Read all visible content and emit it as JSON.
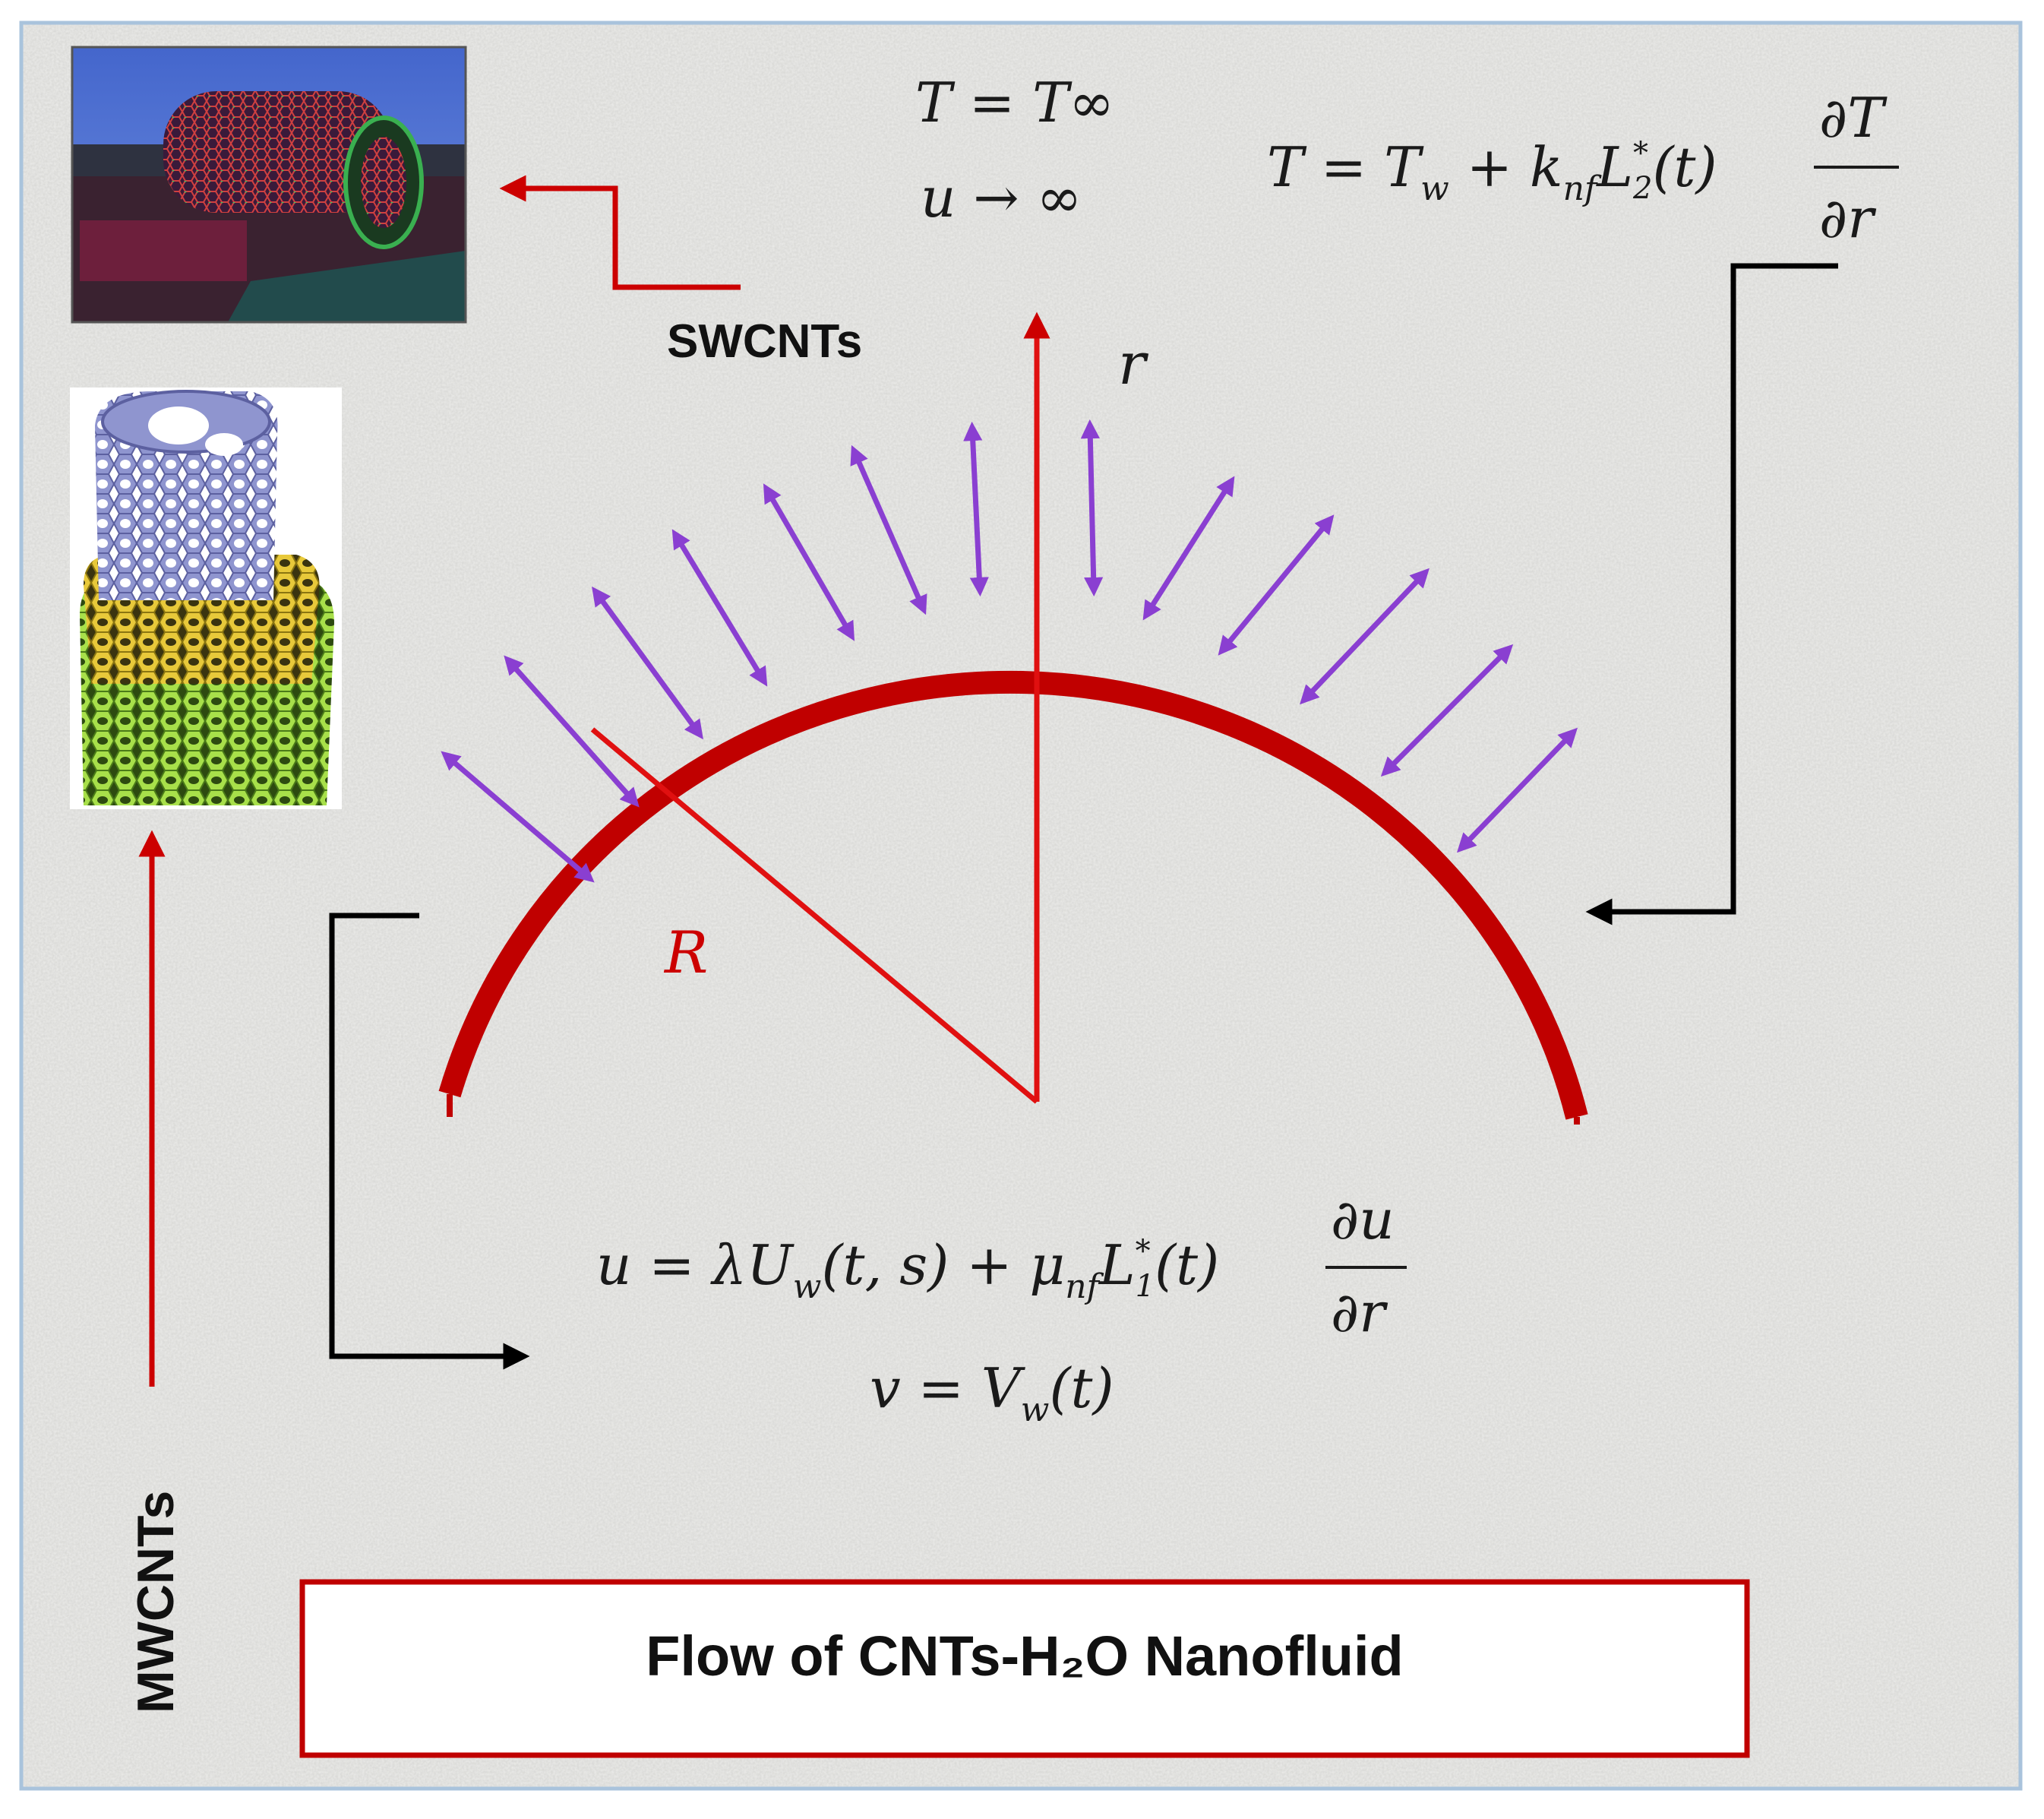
{
  "labels": {
    "swcnts": "SWCNTs",
    "mwcnts": "MWCNTs",
    "title": "Flow of CNTs-H₂O Nanofluid",
    "r": "r",
    "R": "R"
  },
  "equations": {
    "far_T": "T = T∞",
    "far_u": "u → ∞",
    "wall_T_lhs": "T = T",
    "wall_T_w": "w",
    "wall_T_plus": " + k",
    "wall_T_nf": "nf",
    "wall_T_L": "L",
    "wall_T_star": "*",
    "wall_T_sub": "2",
    "wall_T_t": "(t)",
    "wall_T_num": "∂T",
    "wall_T_den": "∂r",
    "wall_u_lhs": "u = λU",
    "wall_u_w": "w",
    "wall_u_args": "(t, s) + μ",
    "wall_u_nf": "nf",
    "wall_u_L": "L",
    "wall_u_star": "*",
    "wall_u_sub": "1",
    "wall_u_t": "(t)",
    "wall_u_num": "∂u",
    "wall_u_den": "∂r",
    "wall_v_lhs": "v = V",
    "wall_v_w": "w",
    "wall_v_t": "(t)"
  },
  "colors": {
    "accent_red": "#cc0000",
    "arc_red": "#c00000",
    "arrow_purple": "#8a3fd1",
    "frame_blue": "#a9c3dc",
    "background": "#ececea"
  },
  "icons": [
    "swcnt-nanotube-image",
    "mwcnt-nanotube-image"
  ]
}
